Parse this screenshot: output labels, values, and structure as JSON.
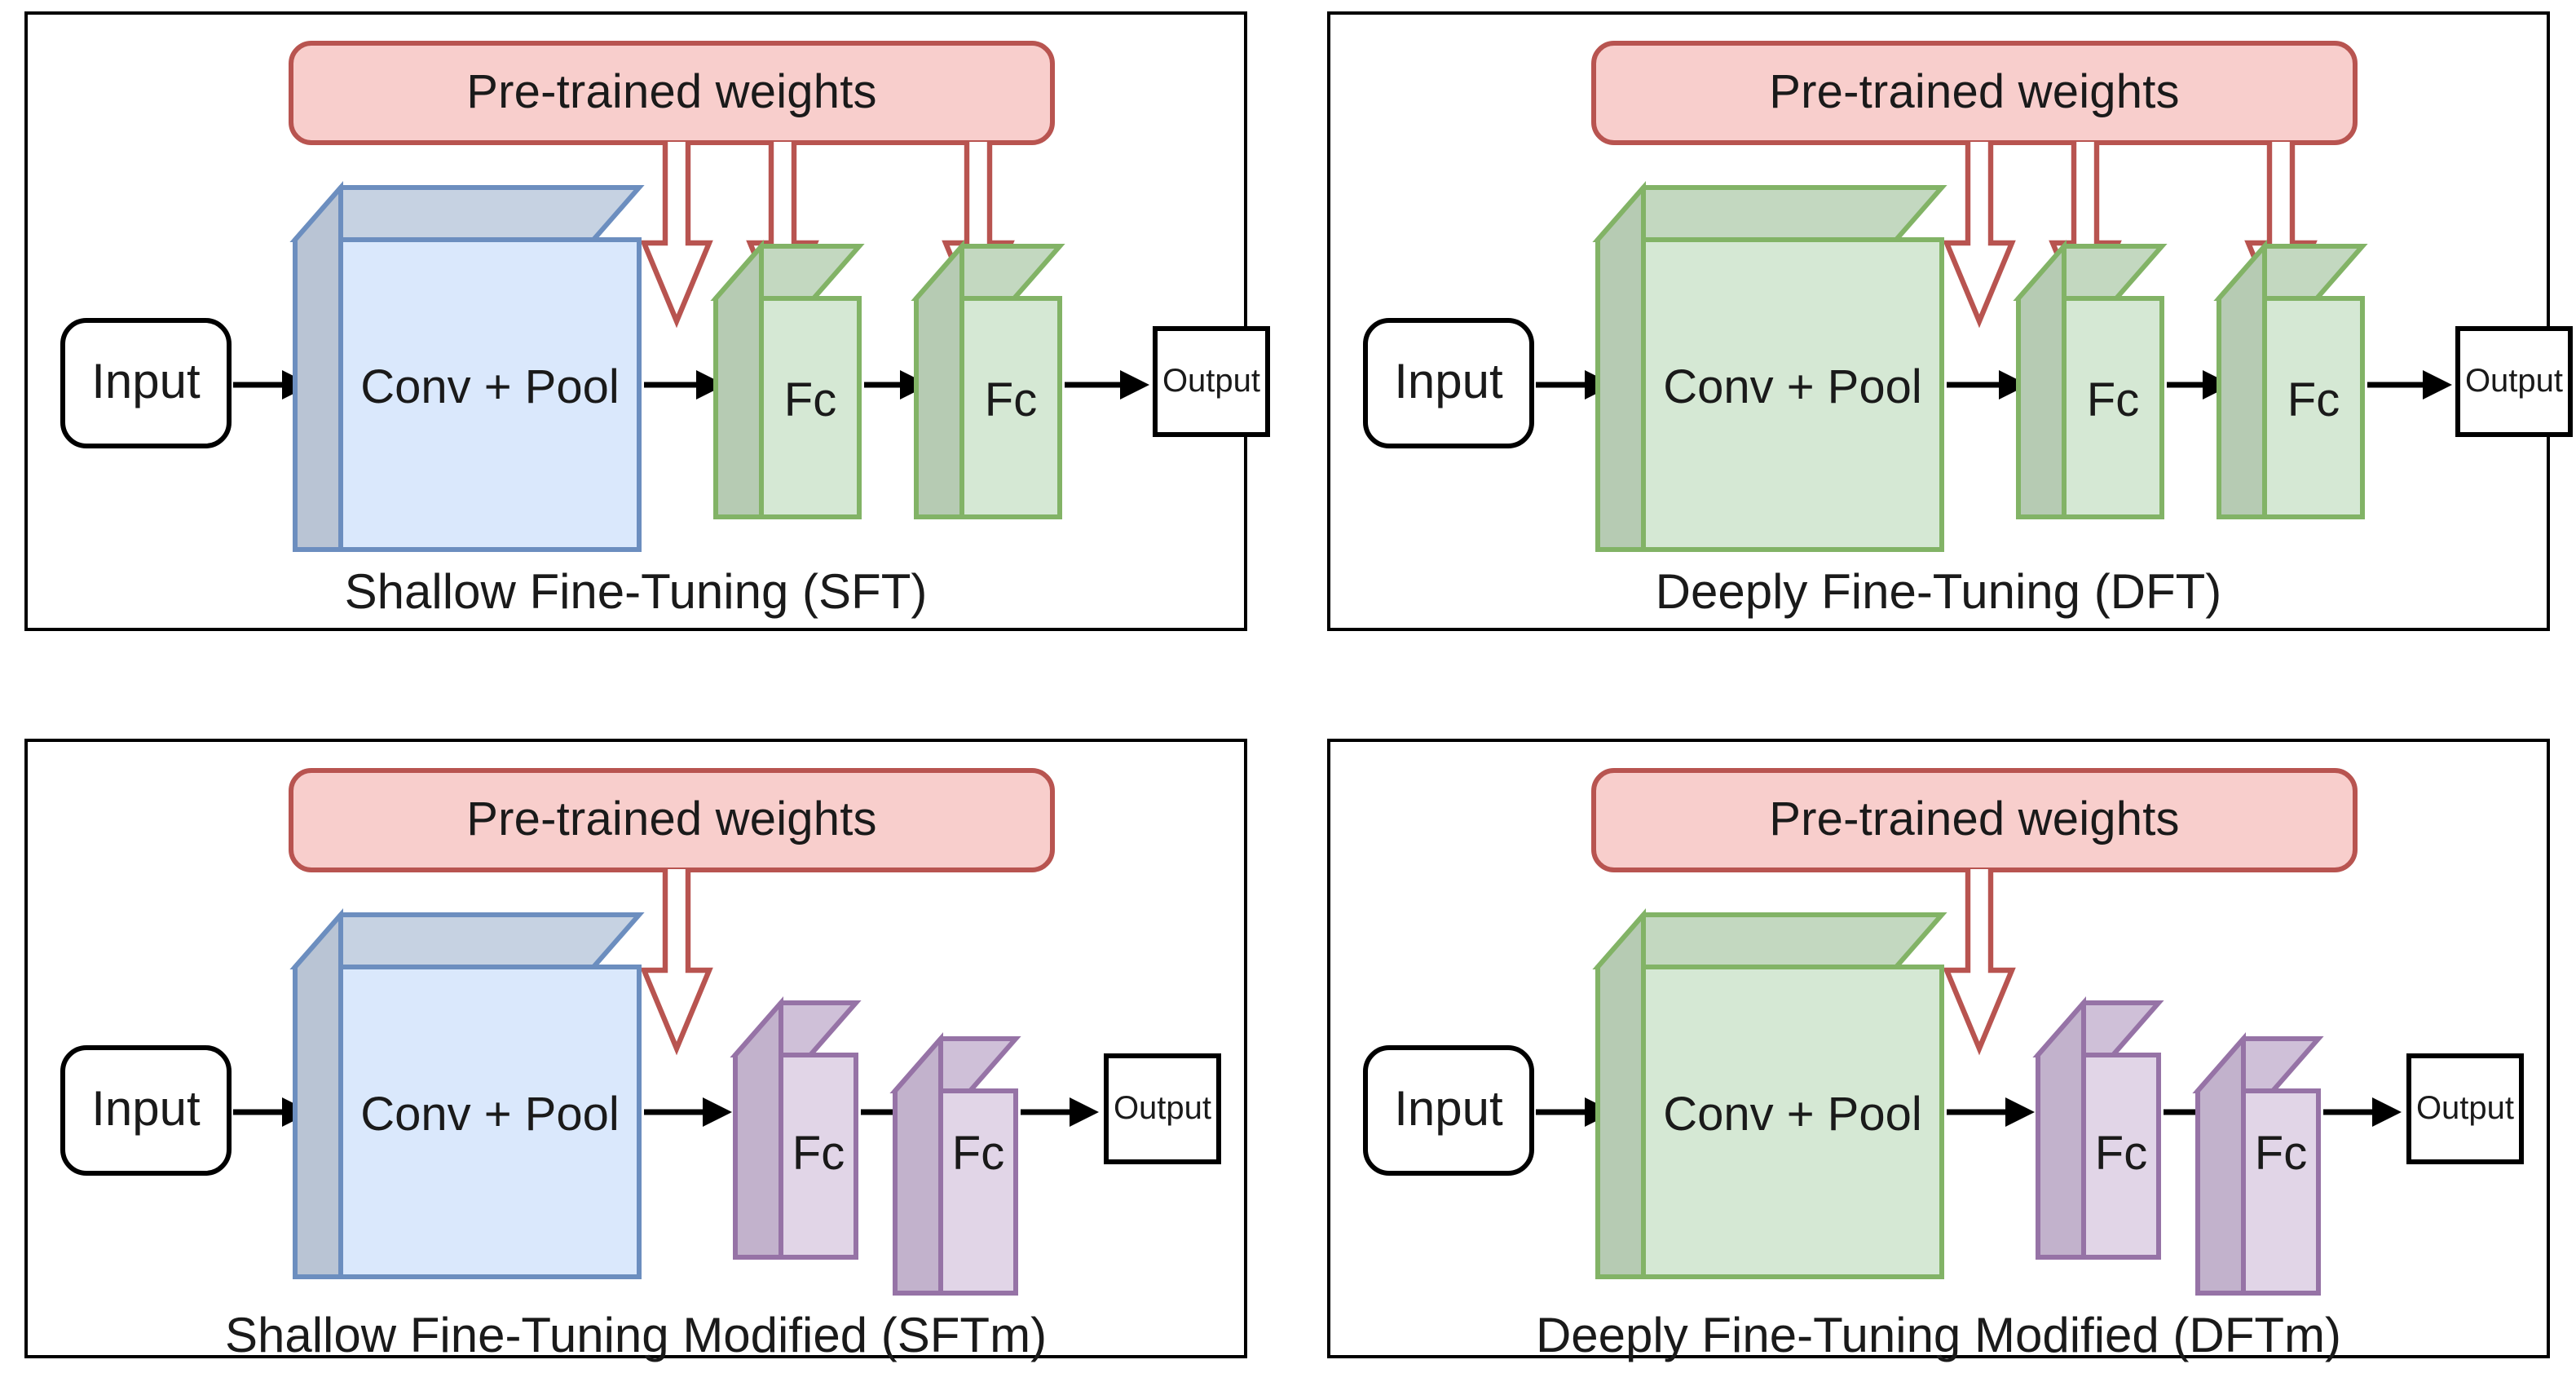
{
  "figure": {
    "title": "Fine-tuning strategies diagram",
    "panel_count": 4
  },
  "labels": {
    "weights": "Pre-trained weights",
    "input": "Input",
    "output": "Output",
    "conv": "Conv + Pool",
    "fc": "Fc"
  },
  "colors": {
    "weights_fill": "#f8cecc",
    "weights_stroke": "#b85450",
    "arrow_stroke": "#b85450",
    "blue_fill": "#dae8fc",
    "blue_stroke": "#6c8ebf",
    "green_fill": "#d5e8d4",
    "green_stroke": "#82b366",
    "purple_fill": "#e1d5e7",
    "purple_stroke": "#9673a6",
    "frame": "#000000",
    "text": "#1a1a1a"
  },
  "panels": [
    {
      "id": "sft",
      "caption": "Shallow Fine-Tuning (SFT)",
      "conv_color": "blue",
      "fc_color": "green",
      "weight_arrows": [
        "conv",
        "fc1",
        "fc2"
      ],
      "blocks": [
        {
          "name": "conv",
          "label": "Conv + Pool"
        },
        {
          "name": "fc1",
          "label": "Fc"
        },
        {
          "name": "fc2",
          "label": "Fc"
        }
      ]
    },
    {
      "id": "dft",
      "caption": "Deeply Fine-Tuning (DFT)",
      "conv_color": "green",
      "fc_color": "green",
      "weight_arrows": [
        "conv",
        "fc1",
        "fc2"
      ],
      "blocks": [
        {
          "name": "conv",
          "label": "Conv + Pool"
        },
        {
          "name": "fc1",
          "label": "Fc"
        },
        {
          "name": "fc2",
          "label": "Fc"
        }
      ]
    },
    {
      "id": "sftm",
      "caption": "Shallow Fine-Tuning Modified (SFTm)",
      "conv_color": "blue",
      "fc_color": "purple",
      "weight_arrows": [
        "conv"
      ],
      "blocks": [
        {
          "name": "conv",
          "label": "Conv + Pool"
        },
        {
          "name": "fc1",
          "label": "Fc"
        },
        {
          "name": "fc2",
          "label": "Fc"
        }
      ]
    },
    {
      "id": "dftm",
      "caption": "Deeply Fine-Tuning Modified (DFTm)",
      "conv_color": "green",
      "fc_color": "purple",
      "weight_arrows": [
        "conv"
      ],
      "blocks": [
        {
          "name": "conv",
          "label": "Conv + Pool"
        },
        {
          "name": "fc1",
          "label": "Fc"
        },
        {
          "name": "fc2",
          "label": "Fc"
        }
      ]
    }
  ]
}
